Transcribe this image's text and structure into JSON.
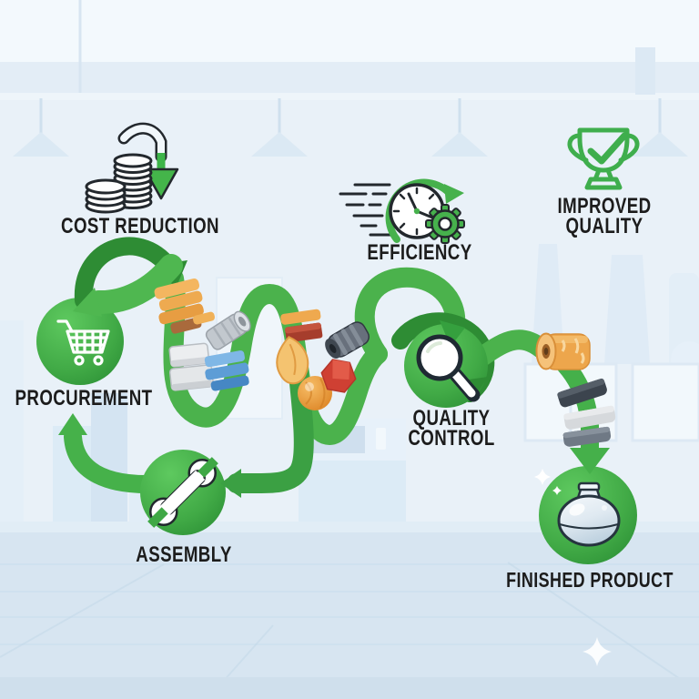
{
  "diagram": {
    "type": "process-flow-infographic",
    "benefits": [
      {
        "label": "COST REDUCTION",
        "icon": "coins-down-arrow-icon"
      },
      {
        "label": "EFFICIENCY",
        "icon": "speeding-clock-gear-icon"
      },
      {
        "lines": [
          "IMPROVED",
          "QUALITY"
        ],
        "icon": "trophy-check-icon"
      }
    ],
    "stages": [
      {
        "label": "PROCUREMENT",
        "icon": "shopping-cart-icon"
      },
      {
        "label": "ASSEMBLY",
        "icon": "wrench-icon"
      },
      {
        "lines": [
          "QUALITY",
          "CONTROL"
        ],
        "icon": "magnifying-glass-icon"
      },
      {
        "label": "FINISHED PRODUCT",
        "icon": "glass-jar-icon"
      }
    ],
    "colors": {
      "path_green": "#4bb24c",
      "path_green_dark": "#2e8c34",
      "node_green": "#3fa845",
      "background": "#e9f1f8",
      "floor": "#d7e5f1",
      "text": "#1c1c1c"
    }
  }
}
